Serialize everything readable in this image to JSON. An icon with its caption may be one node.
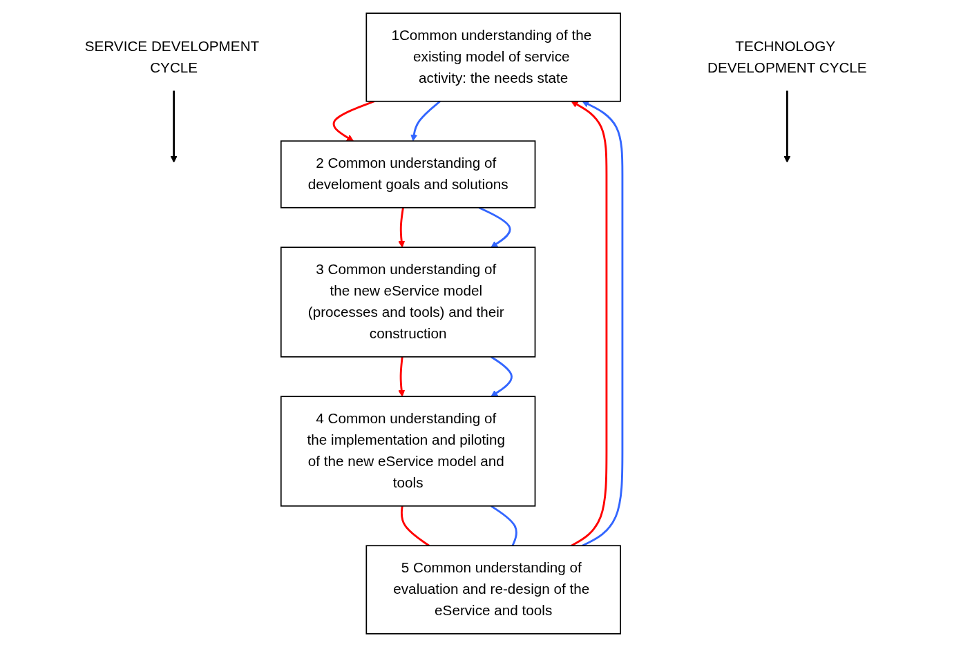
{
  "diagram": {
    "nodes": [
      {
        "text": [
          "1Common understanding of the existing model of service activity: the needs state"
        ]
      },
      {
        "text": [
          "2 Common understanding of develoment goals and solutions"
        ]
      },
      {
        "text": [
          "3 Common understanding of the new eService model (processes and tools) and their construction"
        ]
      },
      {
        "text": [
          "4 Common understanding of the implementation and piloting of the new eService model and tools"
        ]
      },
      {
        "text": [
          "5 Common understanding of evaluation and re-design of the eService and tools"
        ]
      },
      {
        "text": [
          "SERVICE DEVELOPMENT CYCLE"
        ]
      },
      {
        "text": [
          "TECHNOLOGY DEVELOPMENT CYCLE"
        ]
      }
    ],
    "edges": [
      {
        "from": 0,
        "to": 1,
        "arrow": "to",
        "color": "#ff0000"
      },
      {
        "from": 0,
        "to": 1,
        "arrow": "to",
        "color": "#3366ff"
      },
      {
        "from": 1,
        "to": 2,
        "arrow": "to",
        "color": "#ff0000"
      },
      {
        "from": 1,
        "to": 2,
        "arrow": "to",
        "color": "#3366ff"
      },
      {
        "from": 2,
        "to": 3,
        "arrow": "to",
        "color": "#ff0000"
      },
      {
        "from": 2,
        "to": 3,
        "arrow": "to",
        "color": "#3366ff"
      },
      {
        "from": 3,
        "to": 4,
        "arrow": "none",
        "color": "#ff0000"
      },
      {
        "from": 3,
        "to": 4,
        "arrow": "none",
        "color": "#3366ff"
      },
      {
        "from": 4,
        "to": 0,
        "arrow": "to",
        "color": "#ff0000"
      },
      {
        "from": 4,
        "to": 0,
        "arrow": "to",
        "color": "#3366ff"
      },
      {
        "from": 5,
        "to": null,
        "arrow": "to",
        "color": "#000000"
      },
      {
        "from": 6,
        "to": null,
        "arrow": "to",
        "color": "#000000"
      }
    ]
  }
}
